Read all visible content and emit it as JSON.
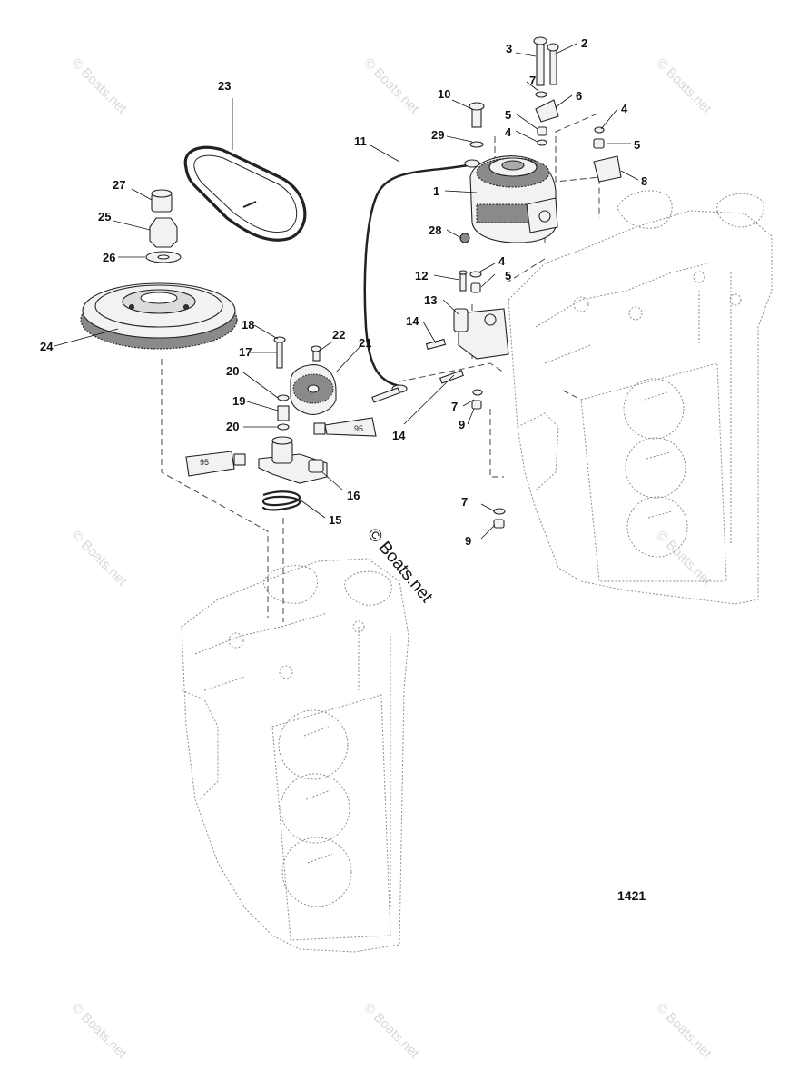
{
  "callouts": [
    "1",
    "2",
    "3",
    "4",
    "4",
    "4",
    "5",
    "5",
    "5",
    "6",
    "7",
    "7",
    "7",
    "7",
    "8",
    "9",
    "9",
    "10",
    "11",
    "12",
    "13",
    "14",
    "14",
    "15",
    "16",
    "17",
    "18",
    "19",
    "20",
    "20",
    "21",
    "22",
    "23",
    "24",
    "25",
    "26",
    "27",
    "28",
    "29"
  ],
  "tube_labels": [
    "95",
    "95"
  ],
  "figure_number": "1421",
  "watermark": {
    "text": "© Boats.net",
    "main": "© Boats.net"
  }
}
